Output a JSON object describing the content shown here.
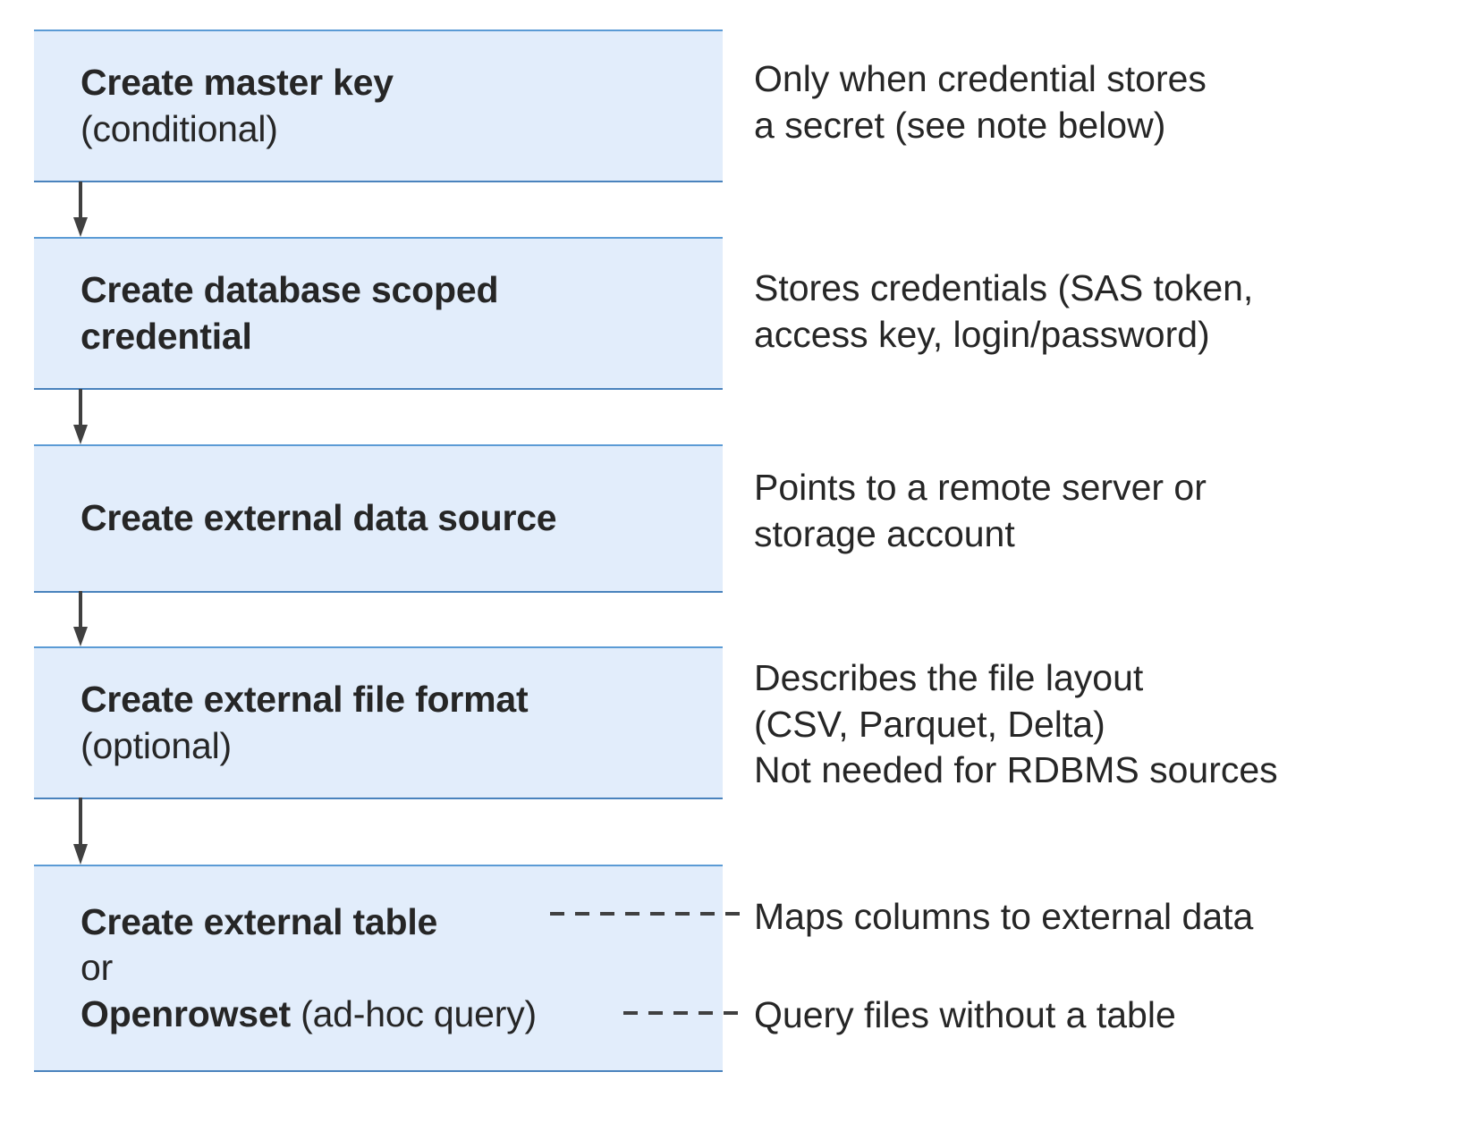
{
  "theme": {
    "box_fill": "#E2EDFB",
    "box_border_top": "#5B9BD5",
    "box_border_bottom": "#4A83BD",
    "text_color": "#262626",
    "arrow_color": "#404040",
    "leader_color": "#404040",
    "page_background": "#FFFFFF"
  },
  "diagram": {
    "type": "flowchart",
    "orientation": "vertical",
    "steps": [
      {
        "id": "master-key",
        "title": "Create master key",
        "subtitle": "(conditional)",
        "note_lines": [
          "Only when credential stores",
          "a secret (see note below)"
        ]
      },
      {
        "id": "scoped-credential",
        "title": "Create database scoped",
        "subtitle": "credential",
        "note_lines": [
          "Stores credentials (SAS token,",
          "access key, login/password)"
        ]
      },
      {
        "id": "data-source",
        "title": "Create external data source",
        "subtitle": "",
        "note_lines": [
          "Points to a remote server or",
          "storage account"
        ]
      },
      {
        "id": "file-format",
        "title": "Create external file format",
        "subtitle": "(optional)",
        "note_lines": [
          "Describes the file layout",
          "(CSV, Parquet, Delta)",
          "Not needed for RDBMS sources"
        ]
      },
      {
        "id": "external-table",
        "title": "Create external table",
        "connector": "or",
        "alt_title": "Openrowset",
        "alt_suffix": " (ad-hoc query)",
        "note_external_table": "Maps columns to external data",
        "note_openrowset": "Query files without a table"
      }
    ],
    "arrow_count": 4,
    "leaders": [
      {
        "id": "external-table",
        "style": "dashed"
      },
      {
        "id": "openrowset",
        "style": "dashed"
      }
    ]
  }
}
